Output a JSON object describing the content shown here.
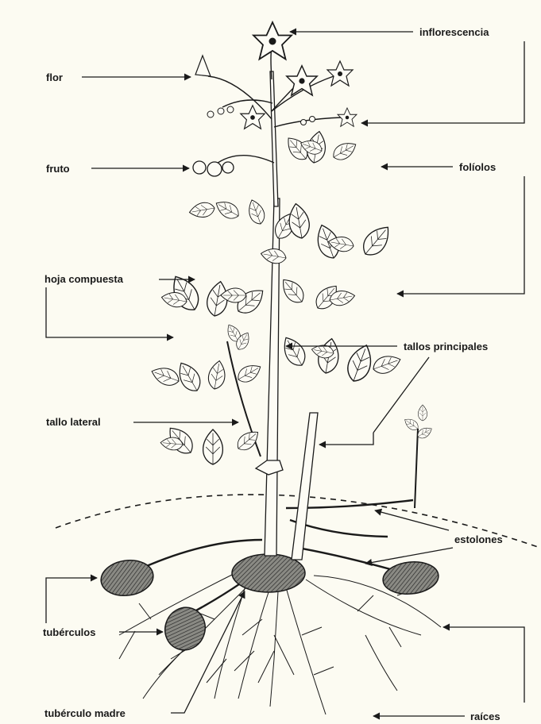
{
  "labels": {
    "inflorescencia": "inflorescencia",
    "flor": "flor",
    "fruto": "fruto",
    "foliolos": "folíolos",
    "hoja_compuesta": "hoja compuesta",
    "tallos_principales": "tallos principales",
    "tallo_lateral": "tallo lateral",
    "estolones": "estolones",
    "tuberculos": "tubérculos",
    "tuberculo_madre": "tubérculo madre",
    "raices": "raíces"
  },
  "colors": {
    "background": "#fcfbf2",
    "ink": "#1a1a1a",
    "tuber_fill": "#6f6f6a"
  }
}
